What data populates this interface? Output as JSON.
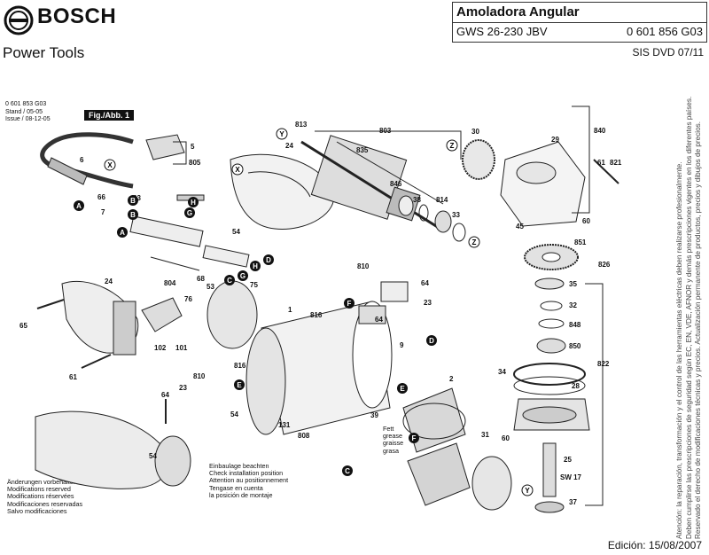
{
  "header": {
    "brand": "BOSCH",
    "division": "Power Tools",
    "title": "Amoladora Angular",
    "model": "GWS 26-230 JBV",
    "part_number": "0 601 856 G03",
    "doc_ref": "SIS DVD 07/11",
    "edition": "Edición: 15/08/2007"
  },
  "figure": {
    "label": "Fig./Abb. 1",
    "meta_lines": [
      "0 601 853 G03",
      "Stand / 05-05",
      "Issue / 08-12-05"
    ]
  },
  "disclaimer_lines": [
    "Atención: la reparación, transformación y el control de las herramientas eléctricas deben realizarse profesionalmente.",
    "Deben cumplirse las prescripciones de seguridad según EC, EN, VDE, AFNOR y demás prescripciones vigentes en los diferentes países.",
    "Reservado el derecho de modificaciones técnicas y precios. Actualización permanente de productos, precios y dibujos de precios."
  ],
  "notes": {
    "mods": [
      "Änderungen vorbehalten",
      "Modifications reserved",
      "Modifications réservées",
      "Modificaciones reservadas",
      "Salvo modificaciones"
    ],
    "install": [
      "Einbaulage beachten",
      "Check installation position",
      "Attention au positionnement",
      "Tengase en cuenta",
      "la posición de montaje"
    ],
    "grease": [
      "Fett",
      "grease",
      "graisse",
      "grasa"
    ]
  },
  "labels": {
    "805": "805",
    "5": "5",
    "6": "6",
    "66": "66",
    "63": "63",
    "7": "7",
    "b1": "B",
    "b2": "B",
    "x1": "X",
    "a1": "A",
    "a2": "A",
    "24": "24",
    "y1": "Y",
    "813": "813",
    "803": "803",
    "835": "835",
    "846": "846",
    "38": "38",
    "814": "814",
    "33": "33",
    "30": "30",
    "z1": "Z",
    "840": "840",
    "29": "29",
    "821": "821",
    "61": "61",
    "60": "60",
    "851": "851",
    "826": "826",
    "45": "45",
    "z2": "Z",
    "h1": "H",
    "g1": "G",
    "54": "54",
    "804": "804",
    "68": "68",
    "53": "53",
    "c1": "C",
    "g2": "G",
    "h2": "H",
    "d1": "D",
    "75": "75",
    "810": "810",
    "64": "64",
    "23": "23",
    "f1": "F",
    "816": "816",
    "64b": "64",
    "9": "9",
    "1": "1",
    "65": "65",
    "76": "76",
    "102": "102",
    "101": "101",
    "24b": "24",
    "61b": "61",
    "810b": "810",
    "23b": "23",
    "e1": "E",
    "816b": "816",
    "54b": "54",
    "64c": "64",
    "131": "131",
    "808": "808",
    "d2": "D",
    "e2": "E",
    "2": "2",
    "39": "39",
    "f2": "F",
    "31": "31",
    "c2": "C",
    "y2": "Y",
    "35": "35",
    "32": "32",
    "848": "848",
    "850": "850",
    "34": "34",
    "28": "28",
    "822": "822",
    "60b": "60",
    "25": "25",
    "sw": "SW 17",
    "37": "37",
    "54c": "54"
  }
}
